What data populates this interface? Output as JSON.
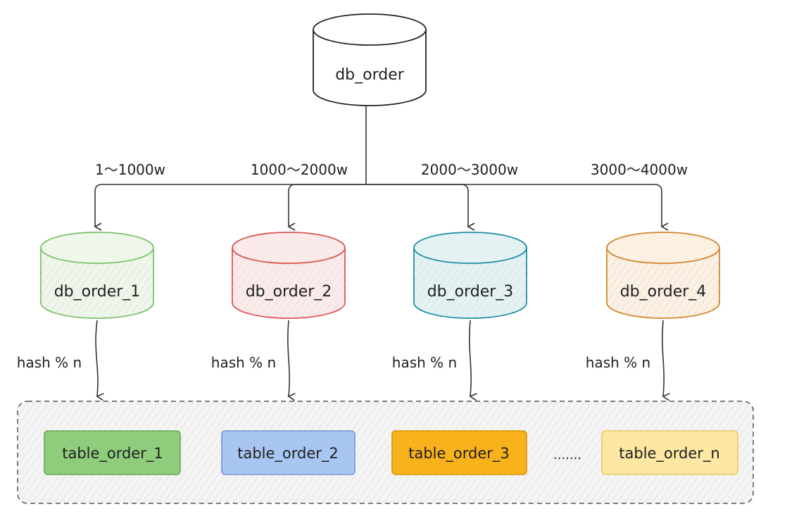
{
  "root": {
    "label": "db_order"
  },
  "ranges": [
    "1～1000w",
    "1000～2000w",
    "2000～3000w",
    "3000～4000w"
  ],
  "shards": [
    {
      "label": "db_order_1",
      "stroke": "#7ac06a",
      "fill": "#eef7ea"
    },
    {
      "label": "db_order_2",
      "stroke": "#d9534f",
      "fill": "#fbeaea"
    },
    {
      "label": "db_order_3",
      "stroke": "#1c8ea0",
      "fill": "#e4f2f4"
    },
    {
      "label": "db_order_4",
      "stroke": "#d2852a",
      "fill": "#fbf0e2"
    }
  ],
  "hash_label": "hash % n",
  "tables": [
    {
      "label": "table_order_1",
      "fill": "#8fcd7c",
      "stroke": "#6aa85a"
    },
    {
      "label": "table_order_2",
      "fill": "#a9c6f2",
      "stroke": "#6f95cf"
    },
    {
      "label": "table_order_3",
      "fill": "#f7b21c",
      "stroke": "#d89500"
    },
    {
      "label": "table_order_n",
      "fill": "#fde7a3",
      "stroke": "#e7c966"
    }
  ],
  "ellipsis": "......."
}
